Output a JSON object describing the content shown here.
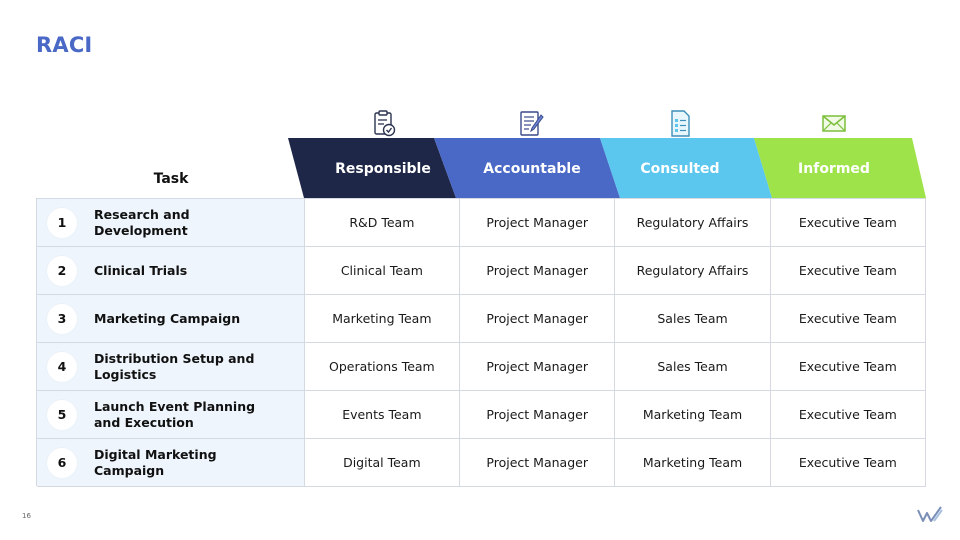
{
  "slide": {
    "title": "RACI",
    "page_number": "16"
  },
  "header": {
    "task_label": "Task",
    "columns": [
      {
        "label": "Responsible",
        "color": "#1e2747",
        "icon": "clipboard-check-icon"
      },
      {
        "label": "Accountable",
        "color": "#4a68c6",
        "icon": "notepad-pen-icon"
      },
      {
        "label": "Consulted",
        "color": "#5bc6ee",
        "icon": "checklist-document-icon"
      },
      {
        "label": "Informed",
        "color": "#9ee34a",
        "icon": "envelope-icon"
      }
    ]
  },
  "rows": [
    {
      "num": "1",
      "task": "Research and Development",
      "responsible": "R&D Team",
      "accountable": "Project Manager",
      "consulted": "Regulatory Affairs",
      "informed": "Executive Team"
    },
    {
      "num": "2",
      "task": "Clinical Trials",
      "responsible": "Clinical Team",
      "accountable": "Project Manager",
      "consulted": "Regulatory Affairs",
      "informed": "Executive Team"
    },
    {
      "num": "3",
      "task": "Marketing Campaign",
      "responsible": "Marketing Team",
      "accountable": "Project Manager",
      "consulted": "Sales Team",
      "informed": "Executive Team"
    },
    {
      "num": "4",
      "task": "Distribution Setup and Logistics",
      "responsible": "Operations Team",
      "accountable": "Project Manager",
      "consulted": "Sales Team",
      "informed": "Executive Team"
    },
    {
      "num": "5",
      "task": "Launch Event Planning and Execution",
      "responsible": "Events Team",
      "accountable": "Project Manager",
      "consulted": "Marketing Team",
      "informed": "Executive Team"
    },
    {
      "num": "6",
      "task": "Digital Marketing Campaign",
      "responsible": "Digital Team",
      "accountable": "Project Manager",
      "consulted": "Marketing Team",
      "informed": "Executive Team"
    }
  ],
  "colors": {
    "title": "#4a68c6",
    "task_background": "#eef5fc",
    "grid": "#d4d9e2"
  }
}
